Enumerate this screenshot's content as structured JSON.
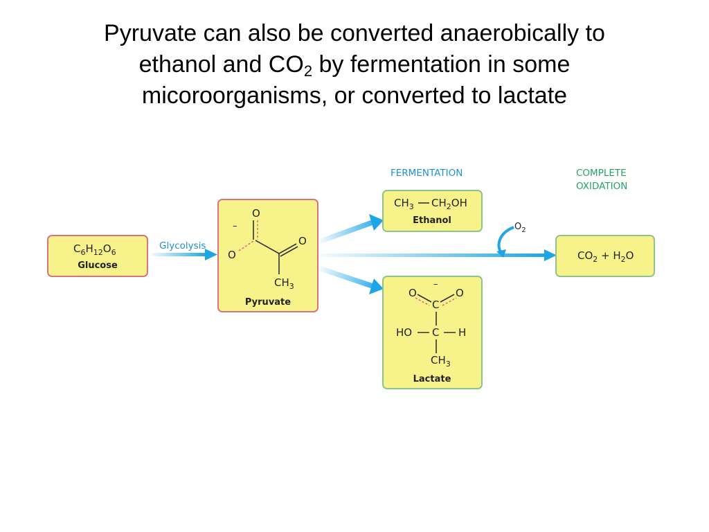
{
  "title": {
    "line1": "Pyruvate can also be converted anaerobically to",
    "line2_pre": "ethanol and CO",
    "line2_sub": "2",
    "line2_post": " by fermentation in some",
    "line3": "micoroorganisms, or converted to lactate"
  },
  "labels": {
    "glycolysis": "Glycolysis",
    "fermentation": "FERMENTATION",
    "complete_line1": "COMPLETE",
    "complete_line2": "OXIDATION",
    "o2": "O",
    "o2_sub": "2"
  },
  "nodes": {
    "glucose": {
      "formula": "C6H12O6",
      "name": "Glucose"
    },
    "pyruvate": {
      "name": "Pyruvate",
      "o_top": "O",
      "o_right": "O",
      "o_left": "O",
      "charge": "–",
      "ch3": "CH",
      "ch3_sub": "3"
    },
    "ethanol": {
      "left": "CH",
      "left_sub": "3",
      "right": "CH",
      "right_sub": "2",
      "right_tail": "OH",
      "name": "Ethanol"
    },
    "lactate": {
      "o_left": "O",
      "o_right": "O",
      "c": "C",
      "charge": "–",
      "ho": "HO",
      "h": "H",
      "ch3": "CH",
      "ch3_sub": "3",
      "name": "Lactate"
    },
    "oxidation": {
      "co": "CO",
      "co_sub": "2",
      "plus": " + H",
      "h_sub": "2",
      "o": "O"
    }
  },
  "colors": {
    "box_fill": "#f8f28a",
    "box_border_red": "#d9737d",
    "box_border_green": "#8cc58a",
    "arrow_blue": "#1ea5e6",
    "fermentation_blue": "#1f90d8",
    "oxidation_green": "#25a36a"
  }
}
